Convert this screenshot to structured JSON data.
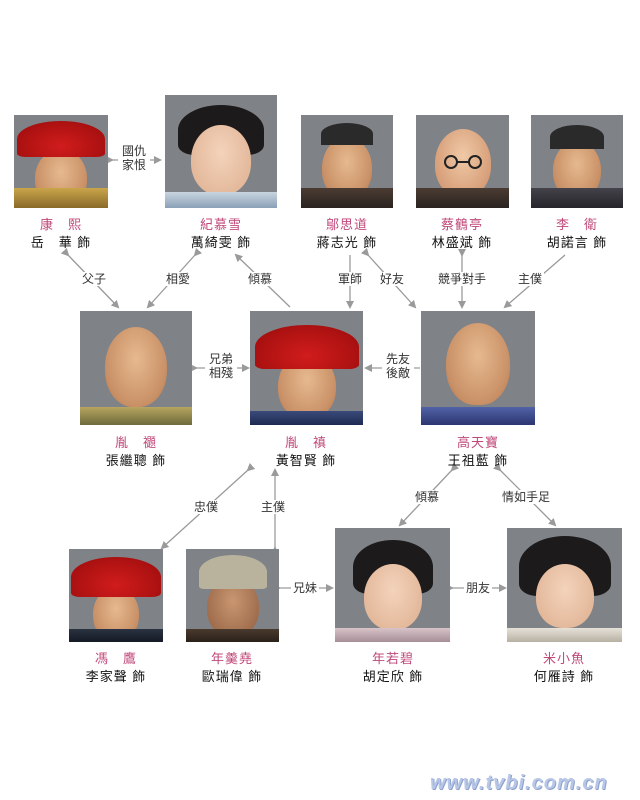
{
  "characters": {
    "kangxi": {
      "role": "康　熙",
      "actor": "岳　華 飾",
      "icon": "portrait-red-hat"
    },
    "jimuxue": {
      "role": "紀慕雪",
      "actor": "萬綺雯 飾",
      "icon": "portrait-woman"
    },
    "wusidao": {
      "role": "鄔思道",
      "actor": "蔣志光 飾",
      "icon": "portrait-skullcap"
    },
    "caiheting": {
      "role": "蔡鶴亭",
      "actor": "林盛斌 飾",
      "icon": "portrait-glasses"
    },
    "liwei": {
      "role": "李　衛",
      "actor": "胡諾言 飾",
      "icon": "portrait-skullcap"
    },
    "yinti": {
      "role": "胤　禵",
      "actor": "張繼聰 飾",
      "icon": "portrait-shaved"
    },
    "yinzhen": {
      "role": "胤　禛",
      "actor": "黃智賢 飾",
      "icon": "portrait-red-hat"
    },
    "gaotianbao": {
      "role": "高天寶",
      "actor": "王祖藍 飾",
      "icon": "portrait-shaved"
    },
    "fengying": {
      "role": "馮　鷹",
      "actor": "李家聲 飾",
      "icon": "portrait-red-hat"
    },
    "niangengyao": {
      "role": "年羹堯",
      "actor": "歐瑞偉 飾",
      "icon": "portrait-khaki-hat"
    },
    "nianruobi": {
      "role": "年若碧",
      "actor": "胡定欣 飾",
      "icon": "portrait-woman"
    },
    "mixiaoyu": {
      "role": "米小魚",
      "actor": "何雁詩 飾",
      "icon": "portrait-woman"
    }
  },
  "relations": {
    "guochou": "國仇\n家恨",
    "fuzi": "父子",
    "xiangai": "相愛",
    "qingmu1": "傾慕",
    "junshi": "軍師",
    "haoyou": "好友",
    "jingzheng": "競爭對手",
    "zhupu1": "主僕",
    "xiongdi": "兄弟\n相殘",
    "xianyou": "先友\n後敵",
    "zhongpu": "忠僕",
    "zhupu2": "主僕",
    "qingmu2": "傾慕",
    "qingru": "情如手足",
    "xiongmei": "兄妹",
    "pengyou": "朋友"
  },
  "watermark": "www.tvbi.com.cn",
  "colors": {
    "role": "#c0497a",
    "actor": "#111111",
    "arrow": "#999999",
    "photo_bg": "#7f8287"
  }
}
